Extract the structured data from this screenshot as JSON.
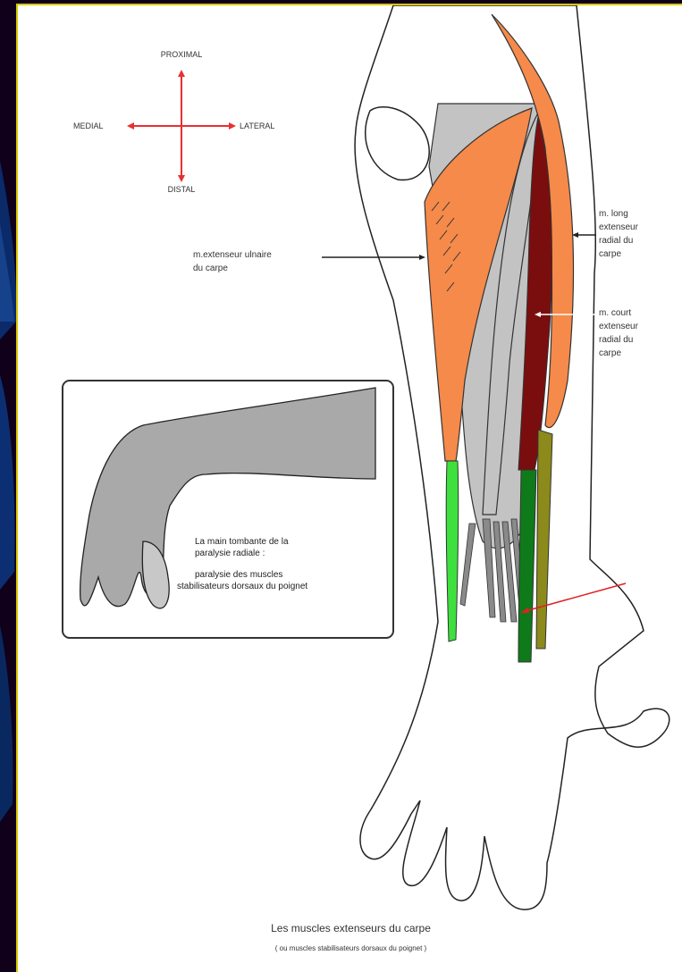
{
  "orientation": {
    "proximal": "PROXIMAL",
    "medial": "MEDIAL",
    "lateral": "LATERAL",
    "distal": "DISTAL",
    "arrow_color": "#e83030"
  },
  "labels": {
    "ulnar_extensor": [
      "m.extenseur ulnaire",
      "du carpe"
    ],
    "long_radial_extensor": [
      "m. long",
      "extenseur",
      "radial du",
      "carpe"
    ],
    "short_radial_extensor": [
      "m. court",
      "extenseur",
      "radial du",
      "carpe"
    ]
  },
  "inset": {
    "line1": "La main tombante de la",
    "line2": "paralysie radiale :",
    "line3": "paralysie des muscles",
    "line4": "stabilisateurs  dorsaux du poignet"
  },
  "caption": {
    "title": "Les muscles extenseurs du carpe",
    "subtitle": "( ou muscles stabilisateurs dorsaux du poignet )"
  },
  "colors": {
    "muscle_orange": "#f58a4a",
    "muscle_darkred": "#7a0e0e",
    "muscle_grey": "#c3c3c3",
    "tendon_green_light": "#3ee03e",
    "tendon_green_dark": "#0f7a1a",
    "tendon_olive": "#8c8a1a",
    "pointer_red": "#e02020",
    "panel_border": "#d9c800"
  }
}
